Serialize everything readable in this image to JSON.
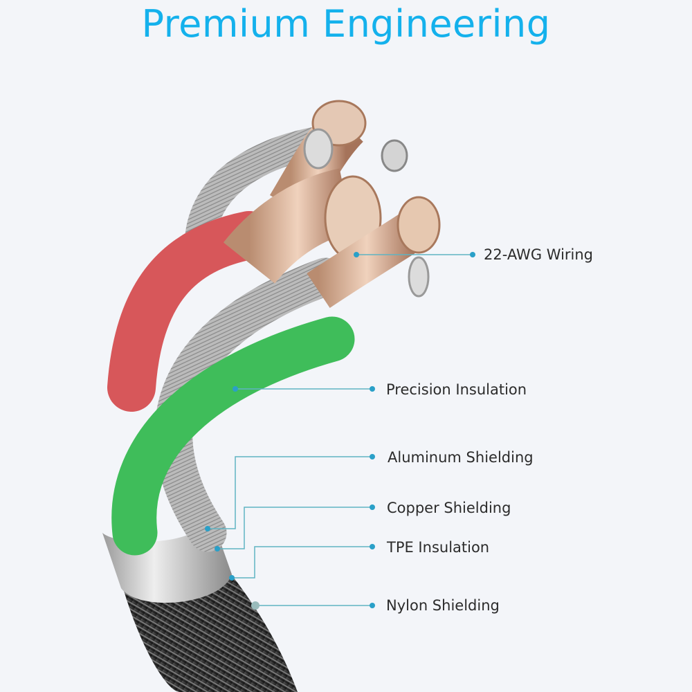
{
  "title": "Premium Engineering",
  "accent_color": "#14b1ec",
  "callout_color": "#5fb3c2",
  "labels": [
    {
      "id": "wiring",
      "text": "22-AWG Wiring"
    },
    {
      "id": "precision",
      "text": "Precision Insulation"
    },
    {
      "id": "aluminum",
      "text": "Aluminum Shielding"
    },
    {
      "id": "copper",
      "text": "Copper Shielding"
    },
    {
      "id": "tpe",
      "text": "TPE Insulation"
    },
    {
      "id": "nylon",
      "text": "Nylon Shielding"
    }
  ]
}
